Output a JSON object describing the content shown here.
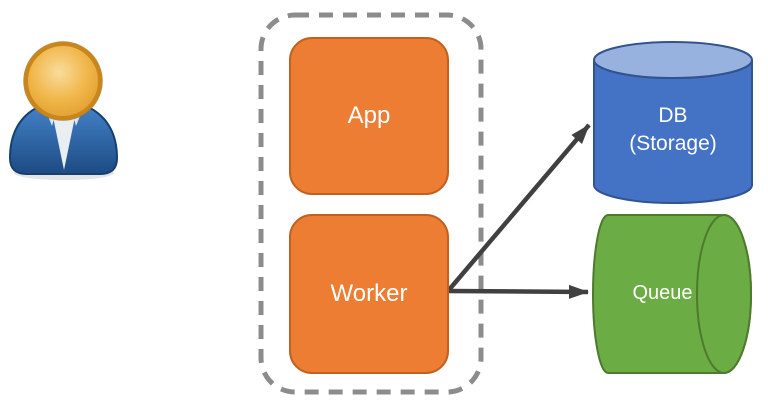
{
  "diagram": {
    "type": "architecture-diagram",
    "nodes": {
      "user": {
        "label": "",
        "icon": "person-icon",
        "description": "user figure with gold head and blue body"
      },
      "boundary": {
        "style": "dashed-rounded-rectangle",
        "contains": [
          "app",
          "worker"
        ]
      },
      "app": {
        "label": "App",
        "shape": "rounded-square"
      },
      "worker": {
        "label": "Worker",
        "shape": "rounded-square"
      },
      "db": {
        "label": "DB\n(Storage)",
        "shape": "cylinder-vertical"
      },
      "queue": {
        "label": "Queue",
        "shape": "cylinder-horizontal"
      }
    },
    "edges": [
      {
        "from": "worker",
        "to": "db",
        "style": "solid-arrow"
      },
      {
        "from": "worker",
        "to": "queue",
        "style": "solid-arrow"
      }
    ],
    "colors": {
      "node_orange": "#EC7D33",
      "node_orange_border": "#C3601F",
      "db_blue": "#4472C4",
      "db_blue_top": "#98B2DF",
      "db_blue_border": "#31538F",
      "queue_green": "#6CAC44",
      "queue_green_border": "#4E7A2E",
      "boundary_gray": "#8C8C8C",
      "arrow_dark": "#404040",
      "label_white": "#FFFFFF"
    }
  }
}
